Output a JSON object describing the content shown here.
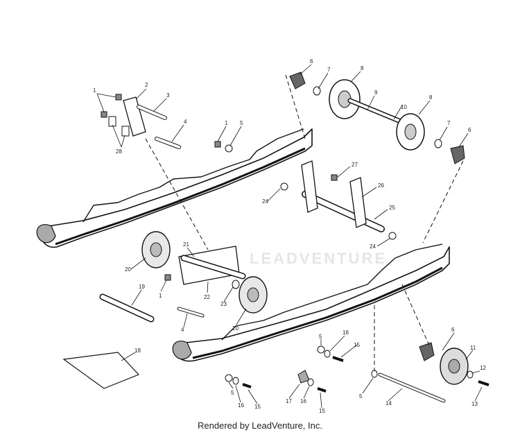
{
  "watermark": "LEADVENTURE",
  "footer": "Rendered by LeadVenture, Inc.",
  "callouts": {
    "n1a": "1",
    "n2": "2",
    "n3": "3",
    "n4a": "4",
    "n28": "28",
    "n1b": "1",
    "n5a": "5",
    "n6a": "6",
    "n7a": "7",
    "n8a": "8",
    "n9": "9",
    "n10": "10",
    "n8b": "8",
    "n7b": "7",
    "n6b": "6",
    "n27": "27",
    "n26": "26",
    "n25": "25",
    "n24a": "24",
    "n24b": "24",
    "n20a": "20",
    "n21": "21",
    "n1c": "1",
    "n22": "22",
    "n23": "23",
    "n20b": "20",
    "n19": "19",
    "n4b": "4",
    "n18": "18",
    "n5b": "5",
    "n16a": "16",
    "n15a": "15",
    "n5c": "5",
    "n16b": "16",
    "n15b": "15",
    "n17": "17",
    "n16c": "16",
    "n15c": "15",
    "n6c": "6",
    "n11": "11",
    "n12": "12",
    "n13": "13",
    "n14": "14",
    "n5d": "5"
  }
}
